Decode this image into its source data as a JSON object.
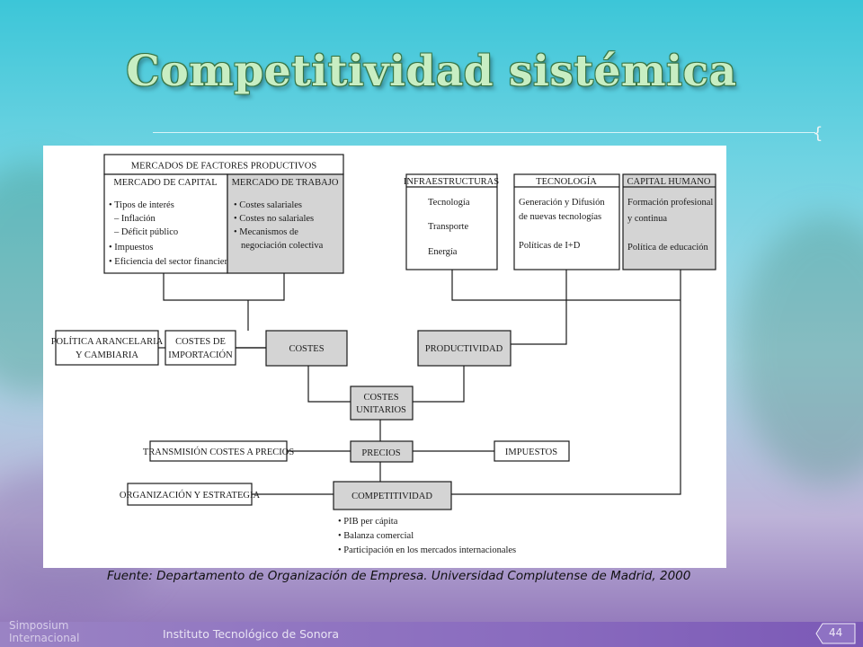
{
  "slide": {
    "title": "Competitividad sistémica",
    "caption": "Fuente: Departamento de Organización de Empresa. Universidad Complutense de Madrid, 2000"
  },
  "footer": {
    "left_text": "Simposium Internacional",
    "center_text": "Instituto Tecnológico de Sonora",
    "page_number": "44"
  },
  "diagram": {
    "factores": {
      "header": "MERCADOS DE FACTORES PRODUCTIVOS",
      "capital": {
        "title": "MERCADO DE CAPITAL",
        "items": [
          "• Tipos de interés",
          "– Inflación",
          "– Déficit público",
          "• Impuestos",
          "• Eficiencia del sector financiero"
        ]
      },
      "trabajo": {
        "title": "MERCADO DE TRABAJO",
        "items": [
          "• Costes salariales",
          "• Costes no salariales",
          "• Mecanismos de",
          "negociación colectiva"
        ]
      }
    },
    "infraestructuras": {
      "title": "INFRAESTRUCTURAS",
      "items": [
        "Tecnología",
        "Transporte",
        "Energía"
      ]
    },
    "tecnologia": {
      "title": "TECNOLOGÍA",
      "items": [
        "Generación y Difusión",
        "de nuevas tecnologías",
        "Políticas de I+D"
      ]
    },
    "capital_humano": {
      "title": "CAPITAL HUMANO",
      "items": [
        "Formación profesional",
        "y continua",
        "Política de educación"
      ]
    },
    "politica": [
      "POLÍTICA ARANCELARIA",
      "Y CAMBIARIA"
    ],
    "costes_importacion": [
      "COSTES DE",
      "IMPORTACIÓN"
    ],
    "costes": "COSTES",
    "productividad": "PRODUCTIVIDAD",
    "costes_unitarios": [
      "COSTES",
      "UNITARIOS"
    ],
    "transmision": "TRANSMISIÓN COSTES A PRECIOS",
    "precios": "PRECIOS",
    "impuestos": "IMPUESTOS",
    "organizacion": "ORGANIZACIÓN Y ESTRATEGIA",
    "competitividad": "COMPETITIVIDAD",
    "competitividad_items": [
      "• PIB per cápita",
      "• Balanza comercial",
      "• Participación en los mercados internacionales"
    ]
  },
  "colors": {
    "box_fill_gray": "#d4d4d4",
    "line": "#1a1a1a"
  }
}
